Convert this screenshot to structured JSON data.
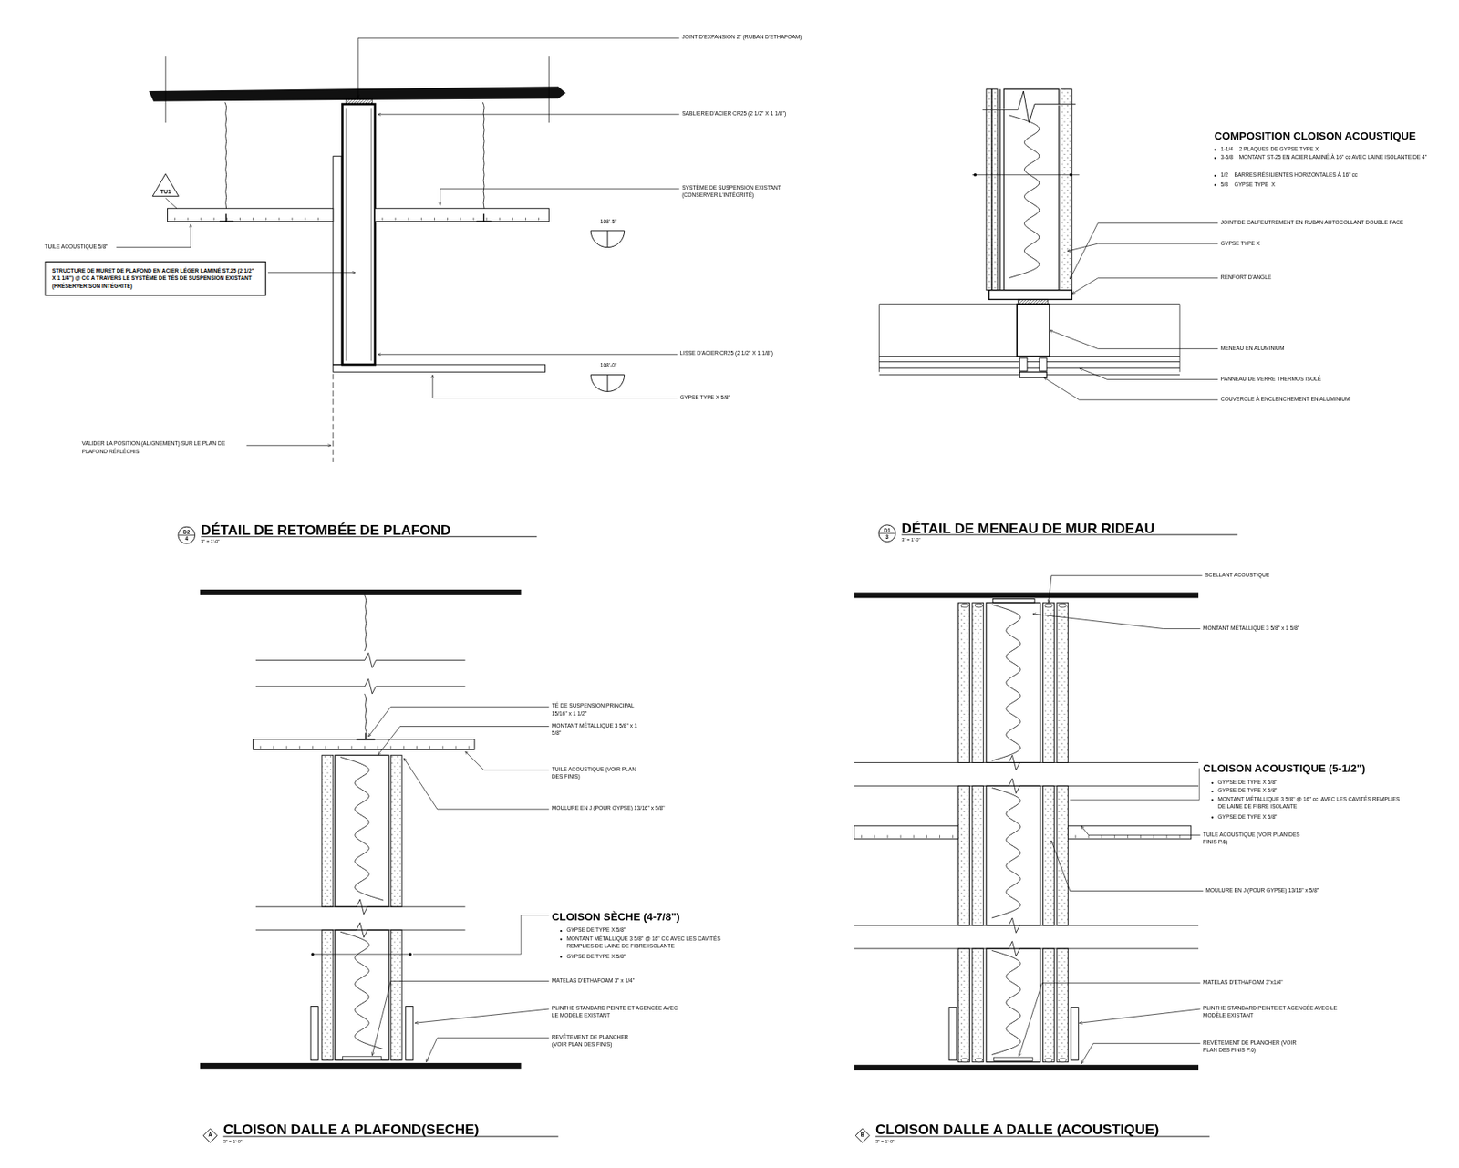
{
  "diagram": {
    "nodes": [
      {
        "text": [
          "TU1"
        ]
      },
      {
        "text": [
          "STRUCTURE DE MURET DE PLAFOND EN ACIER LÉGER LAMINÉ ST.25 (2 1/2\" X 1 1/4\") @ CC A TRAVERS LE SYSTÈME DE TÉS DE SUSPENSION EXISTANT (PRÉSERVER SON INTÉGRITÉ)"
        ]
      },
      {
        "text": [
          "D2",
          "4"
        ]
      },
      {
        "text": [
          "D1",
          "3"
        ]
      },
      {
        "text": [
          "A"
        ]
      },
      {
        "text": [
          "B"
        ]
      }
    ],
    "labels": [
      "JOINT D'EXPANSION 2\" (RUBAN D'ETHAFOAM)",
      "SABLIERE D'ACIER CR25 (2 1/2\" X 1 1/8\")",
      "SYSTÈME DE SUSPENSION EXISTANT (CONSERVER L'INTÉGRITÉ)",
      "TUILE ACOUSTIQUE 5/8\"",
      "108'-5\"",
      "108'-0\"",
      "LISSE D'ACIER CR25 (2 1/2\" X 1 1/8\")",
      "GYPSE TYPE X 5/8\"",
      "VALIDER LA POSITION (ALIGNEMENT) SUR LE PLAN DE PLAFOND RÉFLÉCHIS",
      "DÉTAIL DE RETOMBÉE DE PLAFOND",
      "3\" = 1'-0\"",
      "COMPOSITION CLOISON ACOUSTIQUE",
      "1-1/4    2 PLAQUES DE GYPSE TYPE X",
      "3-5/8    MONTANT ST-25 EN ACIER LAMINÉ À 16\" cc AVEC LAINE ISOLANTE DE 4\"",
      "1/2    BARRES RÉSILIENTES HORIZONTALES À 16\" cc",
      "5/8    GYPSE TYPE  X",
      "JOINT DE CALFEUTREMENT EN RUBAN AUTOCOLLANT DOUBLE FACE",
      "GYPSE TYPE X",
      "RENFORT D'ANGLE",
      "MENEAU EN ALUMINIUM",
      "PANNEAU DE VERRE THERMOS ISOLÉ",
      "COUVERCLE À ENCLENCHEMENT EN ALUMINIUM",
      "DÉTAIL DE MENEAU DE MUR RIDEAU",
      "3\" = 1'-0\"",
      "TÉ DE SUSPENSION PRINCIPAL 15/16\" x 1 1/2\"",
      "MONTANT MÉTALLIQUE 3 5/8\" x 1 5/8\"",
      "TUILE ACOUSTIQUE (VOIR PLAN DES FINIS)",
      "MOULURE EN J (POUR GYPSE) 13/16\" x 5/8\"",
      "CLOISON SÈCHE  (4-7/8\")",
      "GYPSE DE TYPE X 5/8\"",
      "MONTANT MÉTALLIQUE 3 5/8\" @ 16\" CC AVEC LES CAVITÉS REMPLIES DE LAINE DE FIBRE ISOLANTE",
      "GYPSE DE TYPE X 5/8\"",
      "MATELAS D'ETHAFOAM 3\" x 1/4\"",
      "PLINTHE STANDARD PEINTE ET AGENCÉE AVEC LE MODÈLE EXISTANT",
      "REVÊTEMENT DE PLANCHER (VOIR PLAN DES FINIS)",
      "CLOISON DALLE A PLAFOND(SECHE)",
      "3\" = 1'-0\"",
      "SCELLANT ACOUSTIQUE",
      "MONTANT MÉTALLIQUE 3 5/8\" x 1 5/8\"",
      "CLOISON ACOUSTIQUE  (5-1/2\")",
      "GYPSE DE TYPE X 5/8\"",
      "GYPSE DE TYPE X 5/8\"",
      "MONTANT MÉTALLIQUE 3 5/8\" @ 16\" cc  AVEC LES CAVITÉS REMPLIES DE LAINE DE FIBRE ISOLANTE",
      "GYPSE DE TYPE X 5/8\"",
      "TUILE ACOUSTIQUE (VOIR PLAN DES FINIS P.6)",
      "MOULURE EN J (POUR GYPSE) 13/16\" x 5/8\"",
      "MATELAS D'ETHAFOAM 3\"x1/4\"",
      "PLINTHE STANDARD PEINTE ET AGENCÉE AVEC LE MODÈLE  EXISTANT",
      "REVÊTEMENT DE PLANCHER (VOIR PLAN DES FINIS P.6)",
      "CLOISON DALLE A DALLE (ACOUSTIQUE)",
      "3\" = 1'-0\""
    ]
  }
}
